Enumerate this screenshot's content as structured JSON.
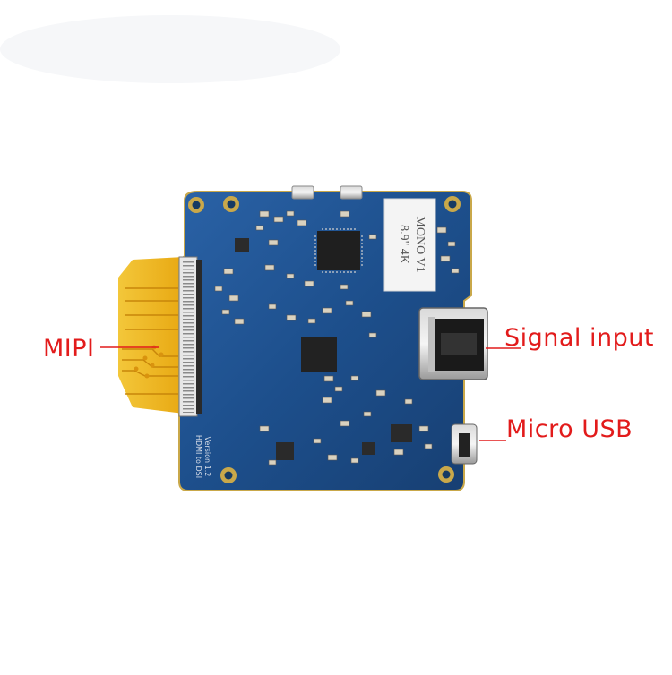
{
  "labels": {
    "mipi": "MIPI",
    "signal_input": "Signal input",
    "micro_usb": "Micro USB"
  },
  "board": {
    "sticker_line1": "8.9\" 4K",
    "sticker_line2": "MONO V1",
    "silkscreen_line1": "HDMI to DSI",
    "silkscreen_line2": "Version 1.2"
  },
  "colors": {
    "pcb": "#1d4f8c",
    "annotation": "#e21b1b",
    "flex_cable": "#f0b81e"
  }
}
